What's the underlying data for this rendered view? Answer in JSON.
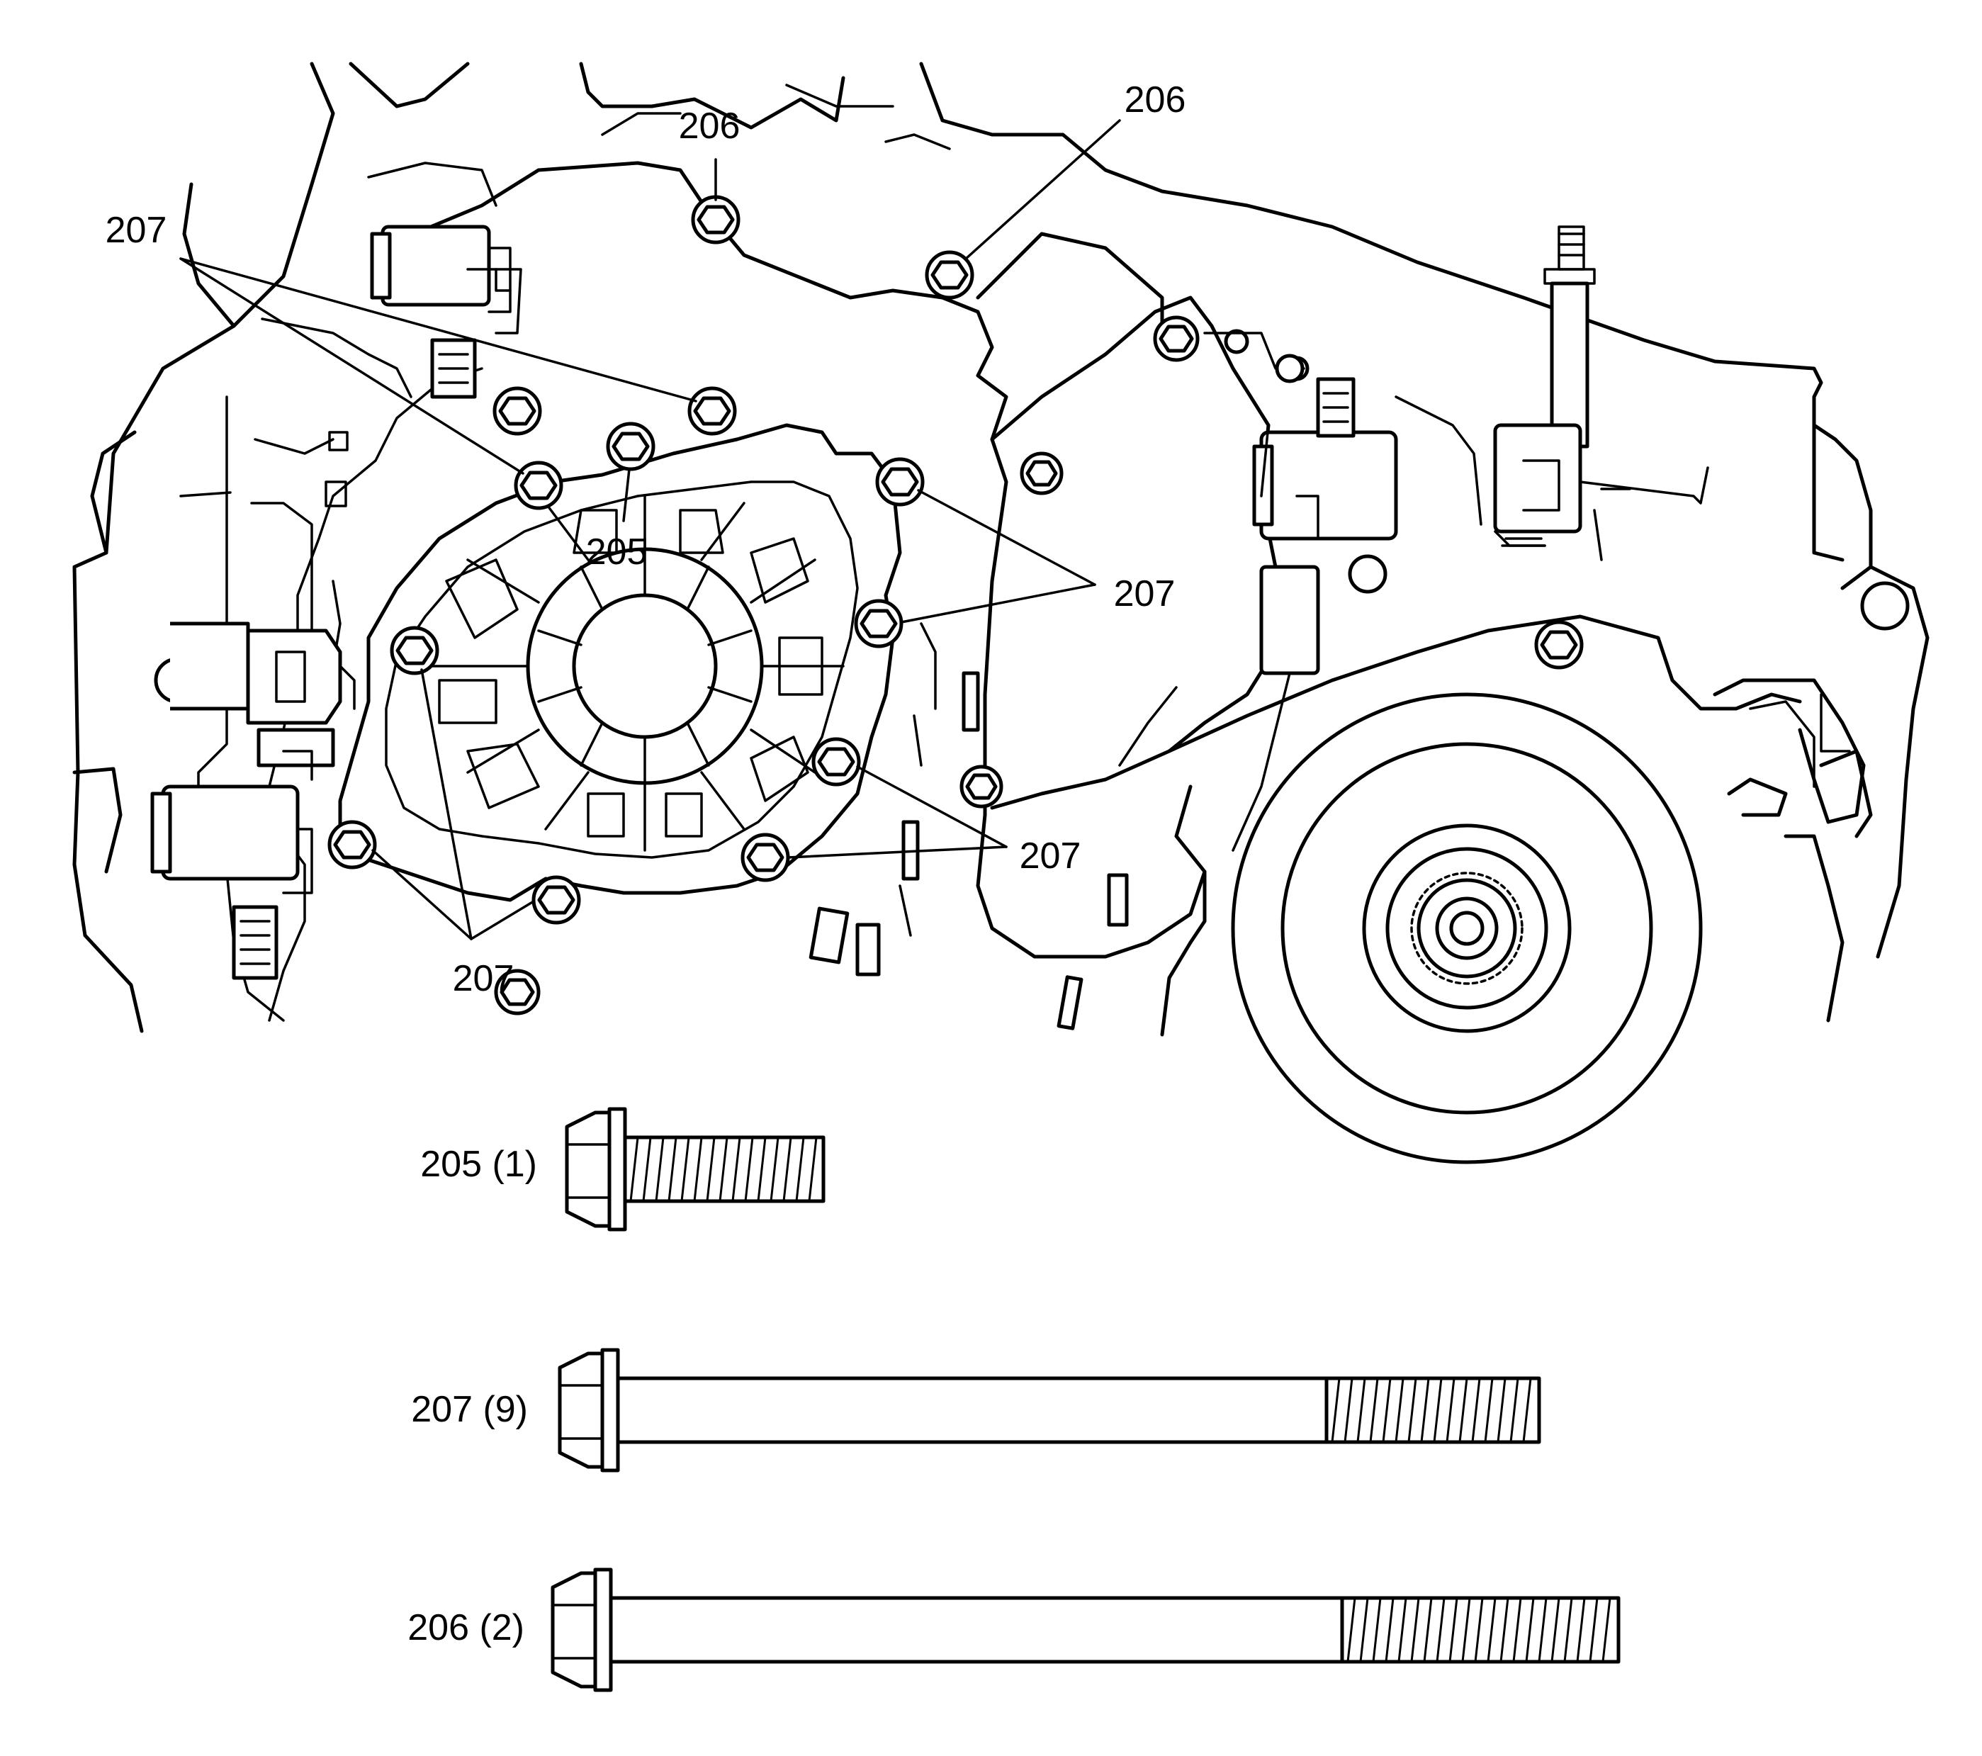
{
  "callouts": {
    "c206_top_left": "206",
    "c206_top_right": "206",
    "c207_upper_left": "207",
    "c205": "205",
    "c207_right": "207",
    "c207_lower_right": "207",
    "c207_bottom": "207"
  },
  "fasteners": [
    {
      "label": "205 (1)",
      "length": "short"
    },
    {
      "label": "207 (9)",
      "length": "long"
    },
    {
      "label": "206 (2)",
      "length": "longest"
    }
  ]
}
